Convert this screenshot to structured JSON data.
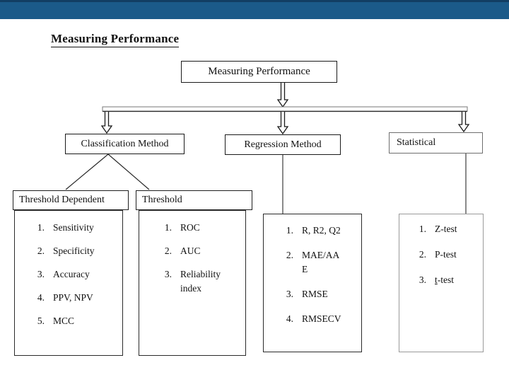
{
  "titlebar": {
    "color": "#1b5a89"
  },
  "slide": {
    "title": "Measuring Performance",
    "diagram": {
      "root": {
        "label": "Measuring Performance"
      },
      "branches": [
        {
          "label": "Classification Method",
          "children": [
            {
              "title": "Threshold Dependent",
              "items": [
                "Sensitivity",
                "Specificity",
                "Accuracy",
                "PPV, NPV",
                "MCC"
              ]
            },
            {
              "title": "Threshold",
              "items": [
                "ROC",
                "AUC",
                "Reliability index"
              ]
            }
          ]
        },
        {
          "label": "Regression Method",
          "items": [
            "R, R2, Q2",
            "MAE/AA\nE",
            "RMSE",
            "RMSECV"
          ]
        },
        {
          "label": "Statistical",
          "items": [
            "Z-test",
            "P-test",
            "t-test"
          ]
        }
      ]
    }
  }
}
